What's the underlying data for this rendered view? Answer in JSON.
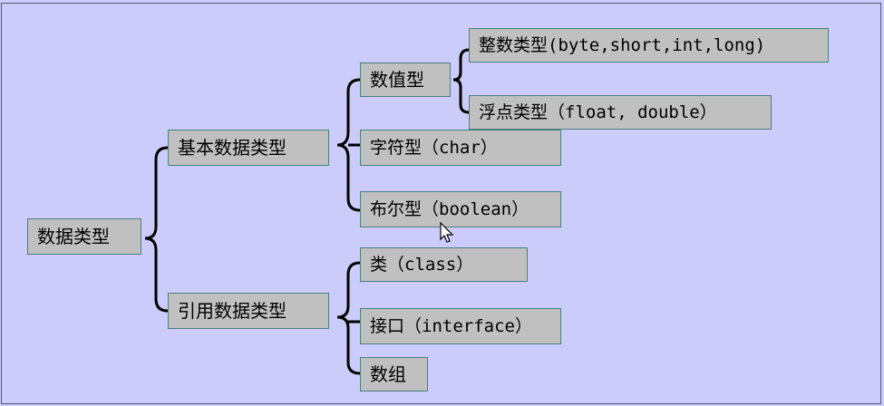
{
  "diagram": {
    "root": "数据类型",
    "primitive": {
      "label": "基本数据类型",
      "numeric": {
        "label": "数值型",
        "integer": "整数类型(byte,short,int,long)",
        "floating": "浮点类型（float, double）"
      },
      "char": "字符型（char）",
      "boolean": "布尔型（boolean）"
    },
    "reference": {
      "label": "引用数据类型",
      "class": "类（class）",
      "interface": "接口（interface）",
      "array": "数组"
    }
  },
  "colors": {
    "background": "#ccccfa",
    "node_fill": "#c0c0c0",
    "node_border": "#4a7f7f",
    "connector": "#000000"
  },
  "icons": [
    "mouse-cursor-icon",
    "curly-brace-connector"
  ]
}
